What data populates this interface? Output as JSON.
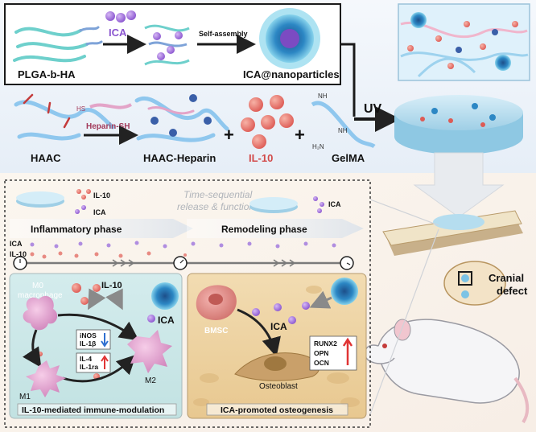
{
  "synthesis": {
    "plga_label": "PLGA-b-HA",
    "ica_label": "ICA",
    "self_assembly_label": "Self-assembly",
    "nanoparticles_label": "ICA@nanoparticles",
    "heparin_sh_label": "Heparin-SH",
    "sh_label": "HS",
    "haac_label": "HAAC",
    "haac_heparin_label": "HAAC-Heparin",
    "il10_label": "IL-10",
    "gelma_label": "GelMA",
    "nh_label_1": "NH",
    "nh_label_2": "NH",
    "h2n_label": "H₂N",
    "uv_label": "UV",
    "plus": "+"
  },
  "timeline": {
    "release_il10": "IL-10",
    "release_ica": "ICA",
    "center_title_line1": "Time-sequential",
    "center_title_line2": "release & functions",
    "release_ica_right": "ICA",
    "inflammatory_phase": "Inflammatory phase",
    "remodeling_phase": "Remodeling phase",
    "track_ica": "ICA",
    "track_il10": "IL-10"
  },
  "immune_panel": {
    "m0_line1": "M0",
    "m0_line2": "macrophage",
    "il10": "IL-10",
    "ica": "ICA",
    "inos": "iNOS",
    "il1b": "IL-1β",
    "il4": "IL-4",
    "il1ra": "IL-1ra",
    "m1": "M1",
    "m2": "M2",
    "caption": "IL-10-mediated immune-modulation"
  },
  "osteo_panel": {
    "bmsc": "BMSC",
    "ica": "ICA",
    "runx2": "RUNX2",
    "opn": "OPN",
    "ocn": "OCN",
    "osteoblast": "Osteoblast",
    "caption": "ICA-promoted osteogenesis"
  },
  "defect": {
    "label_line1": "Cranial",
    "label_line2": "defect"
  },
  "colors": {
    "ica_purple": "#9a6ad6",
    "il10_red": "#e0605d",
    "il10_text": "#d24a4a",
    "heparin_text": "#a23a5a",
    "up_arrow": "#e03434",
    "down_arrow": "#2f6fd0"
  }
}
